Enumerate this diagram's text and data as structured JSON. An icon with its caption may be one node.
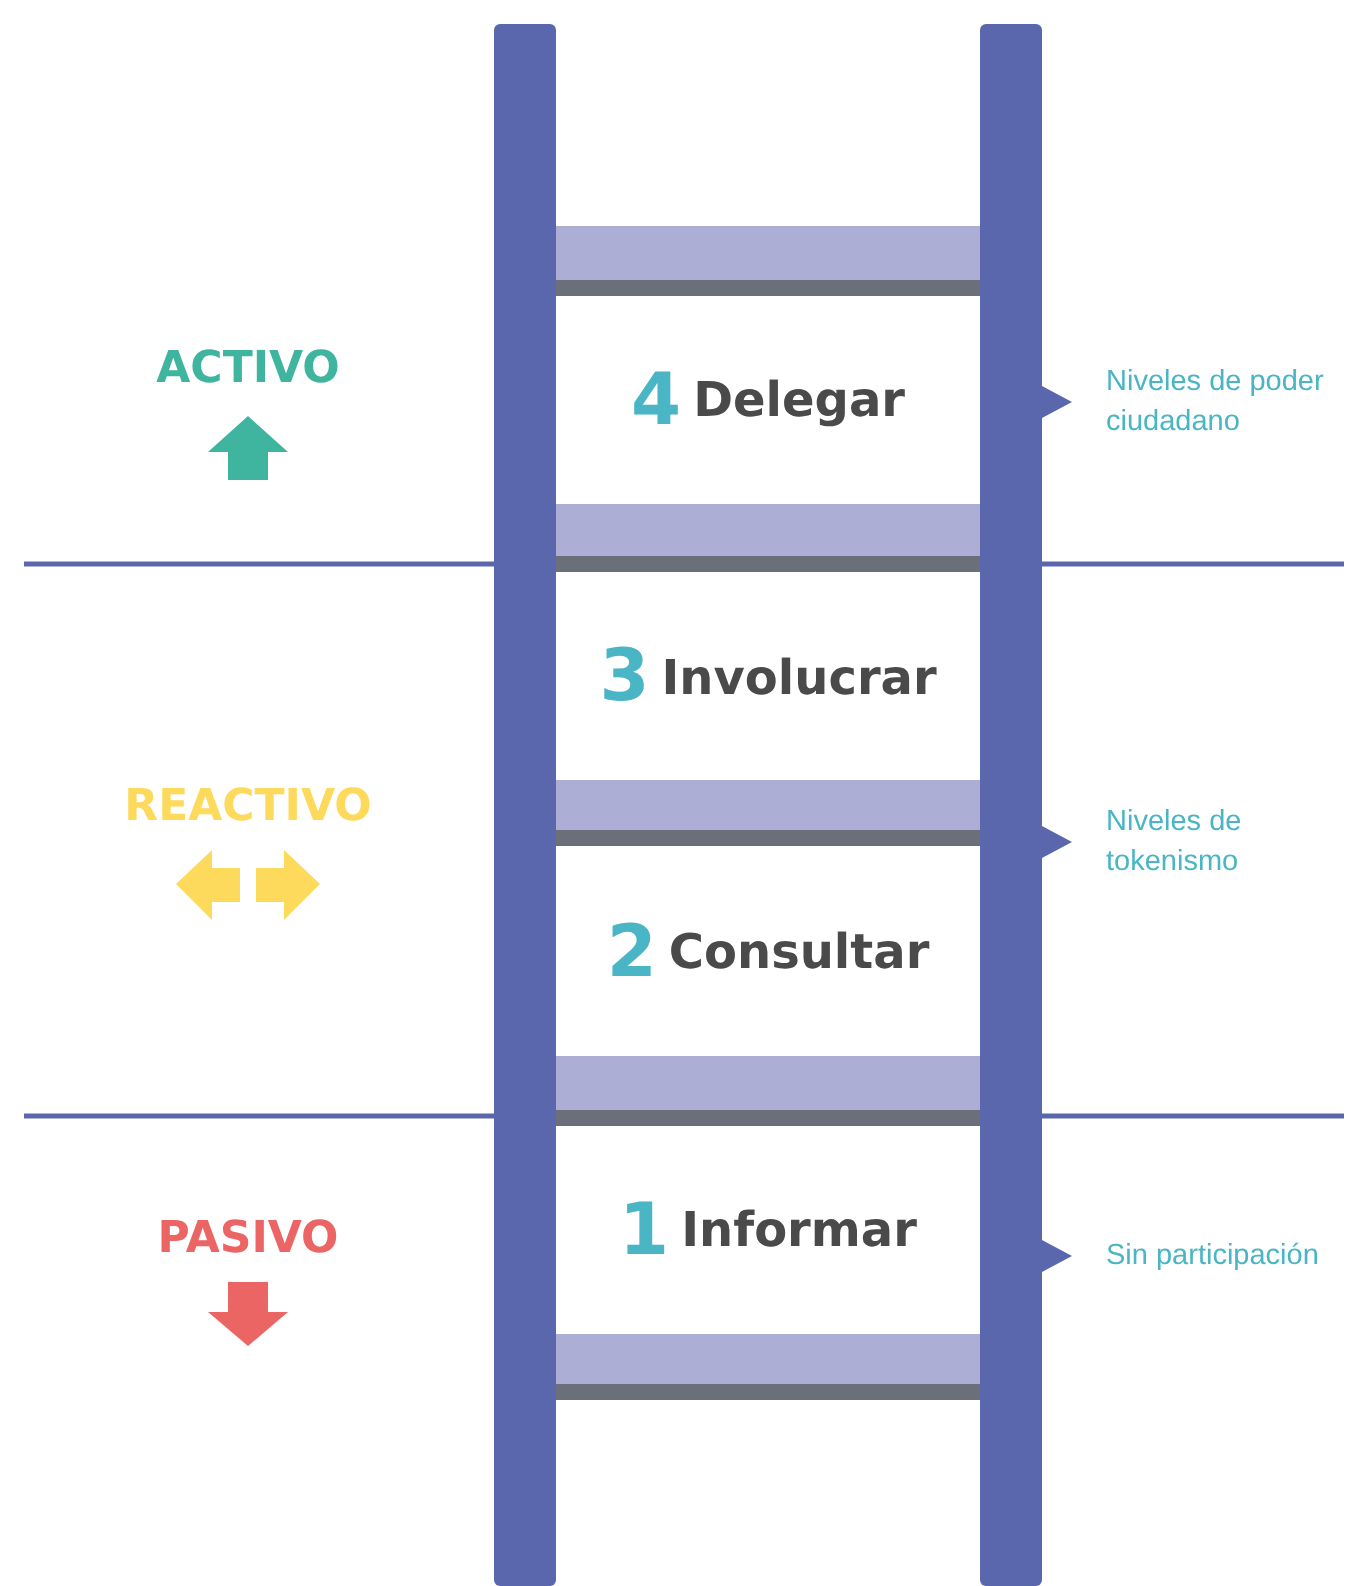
{
  "diagram": {
    "nodes": [
      {
        "text": [
          "4",
          "Delegar"
        ]
      },
      {
        "text": [
          "3",
          "Involucrar"
        ]
      },
      {
        "text": [
          "2",
          "Consultar"
        ]
      },
      {
        "text": [
          "1",
          "Informar"
        ]
      }
    ],
    "labels": [
      "ACTIVO",
      "Niveles de poder ciudadano",
      "REACTIVO",
      "Niveles de tokenismo",
      "PASIVO",
      "Sin participación"
    ]
  }
}
